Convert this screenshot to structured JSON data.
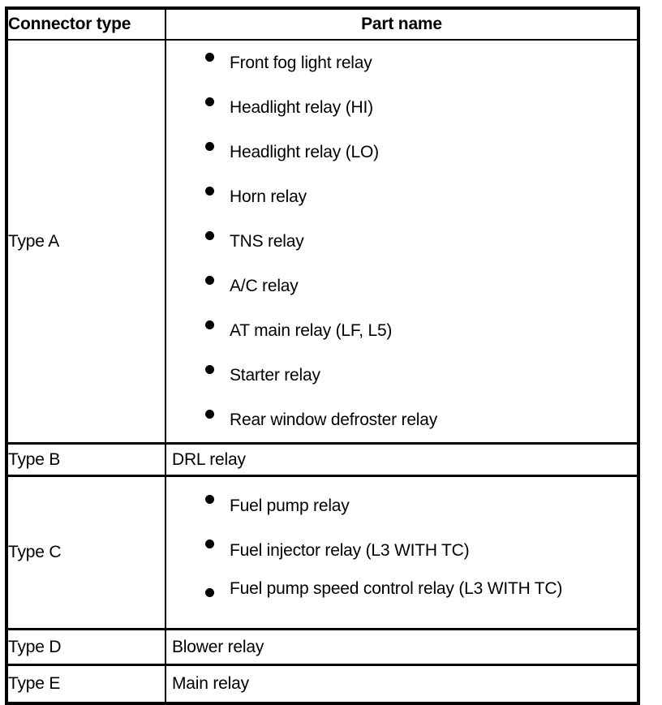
{
  "table": {
    "headers": {
      "connector_type": "Connector type",
      "part_name": "Part name"
    },
    "rows": [
      {
        "type": "Type A",
        "list_style": "bulleted",
        "parts": [
          "Front fog light relay",
          "Headlight relay (HI)",
          "Headlight relay (LO)",
          "Horn relay",
          "TNS relay",
          "A/C relay",
          "AT main relay (LF, L5)",
          "Starter relay",
          "Rear window defroster relay"
        ]
      },
      {
        "type": "Type B",
        "list_style": "plain",
        "parts": [
          "DRL relay"
        ]
      },
      {
        "type": "Type C",
        "list_style": "bulleted",
        "parts": [
          "Fuel pump relay",
          "Fuel injector relay (L3 WITH TC)",
          "Fuel pump speed control relay (L3 WITH TC)"
        ]
      },
      {
        "type": "Type D",
        "list_style": "plain",
        "parts": [
          "Blower relay"
        ]
      },
      {
        "type": "Type E",
        "list_style": "plain",
        "parts": [
          "Main relay"
        ]
      }
    ]
  },
  "style": {
    "text_color": "#000000",
    "background_color": "#ffffff",
    "border_color": "#000000"
  }
}
